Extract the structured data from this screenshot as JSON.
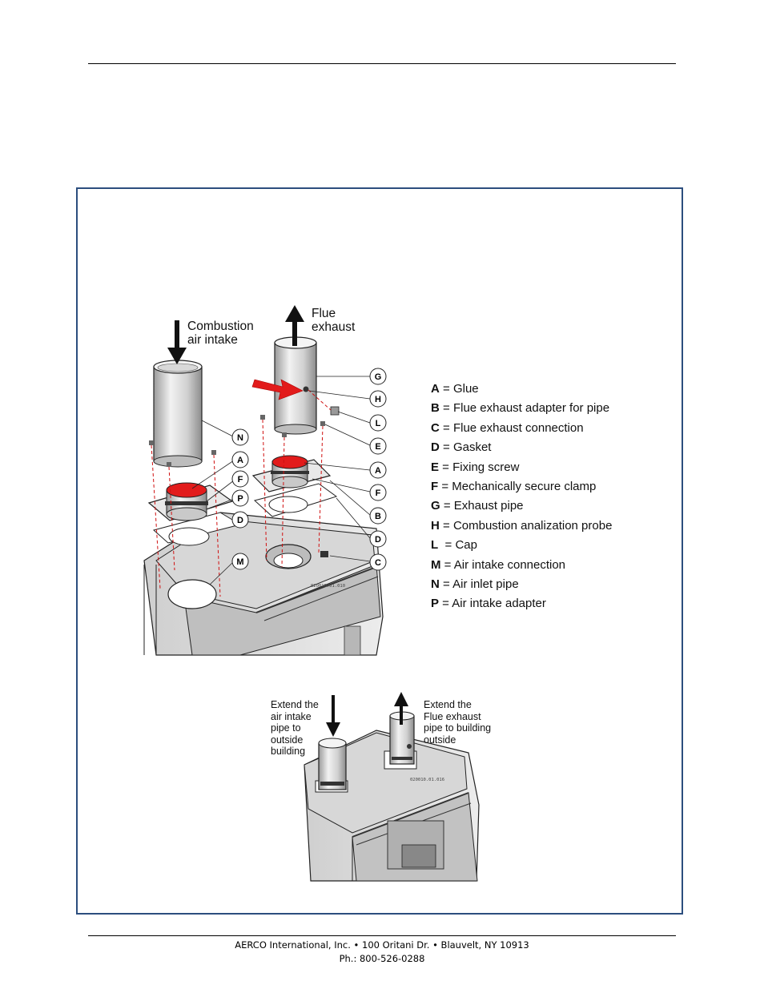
{
  "figure1": {
    "caption_intake": [
      "Combustion",
      "air intake"
    ],
    "caption_exhaust": [
      "Flue",
      "exhaust"
    ],
    "drawing_code": "020010.01.010",
    "callouts": [
      "G",
      "H",
      "L",
      "E",
      "A",
      "F",
      "B",
      "D",
      "C",
      "N",
      "A",
      "F",
      "P",
      "D",
      "M"
    ],
    "legend": [
      {
        "key": "A",
        "sep": " = ",
        "text": "Glue"
      },
      {
        "key": "B",
        "sep": " = ",
        "text": "Flue exhaust adapter for pipe"
      },
      {
        "key": "C",
        "sep": " = ",
        "text": "Flue exhaust connection"
      },
      {
        "key": "D",
        "sep": " = ",
        "text": "Gasket"
      },
      {
        "key": "E",
        "sep": " = ",
        "text": "Fixing screw"
      },
      {
        "key": "F",
        "sep": " = ",
        "text": "Mechanically secure clamp"
      },
      {
        "key": "G",
        "sep": " = ",
        "text": "Exhaust pipe"
      },
      {
        "key": "H",
        "sep": " = ",
        "text": "Combustion analization probe"
      },
      {
        "key": "L",
        "sep": "  = ",
        "text": "Cap"
      },
      {
        "key": "M",
        "sep": " = ",
        "text": "Air intake connection"
      },
      {
        "key": "N",
        "sep": " = ",
        "text": "Air inlet pipe"
      },
      {
        "key": "P",
        "sep": " = ",
        "text": "Air intake adapter"
      }
    ]
  },
  "figure2": {
    "caption_intake": [
      "Extend the",
      "air intake",
      "pipe to",
      "outside",
      "building"
    ],
    "caption_exhaust": [
      "Extend the",
      "Flue exhaust",
      "pipe to building",
      "outside"
    ],
    "drawing_code": "020010.01.016"
  },
  "footer": {
    "line1": "AERCO International, Inc. • 100 Oritani Dr. •  Blauvelt, NY 10913",
    "line2": "Ph.: 800-526-0288"
  }
}
